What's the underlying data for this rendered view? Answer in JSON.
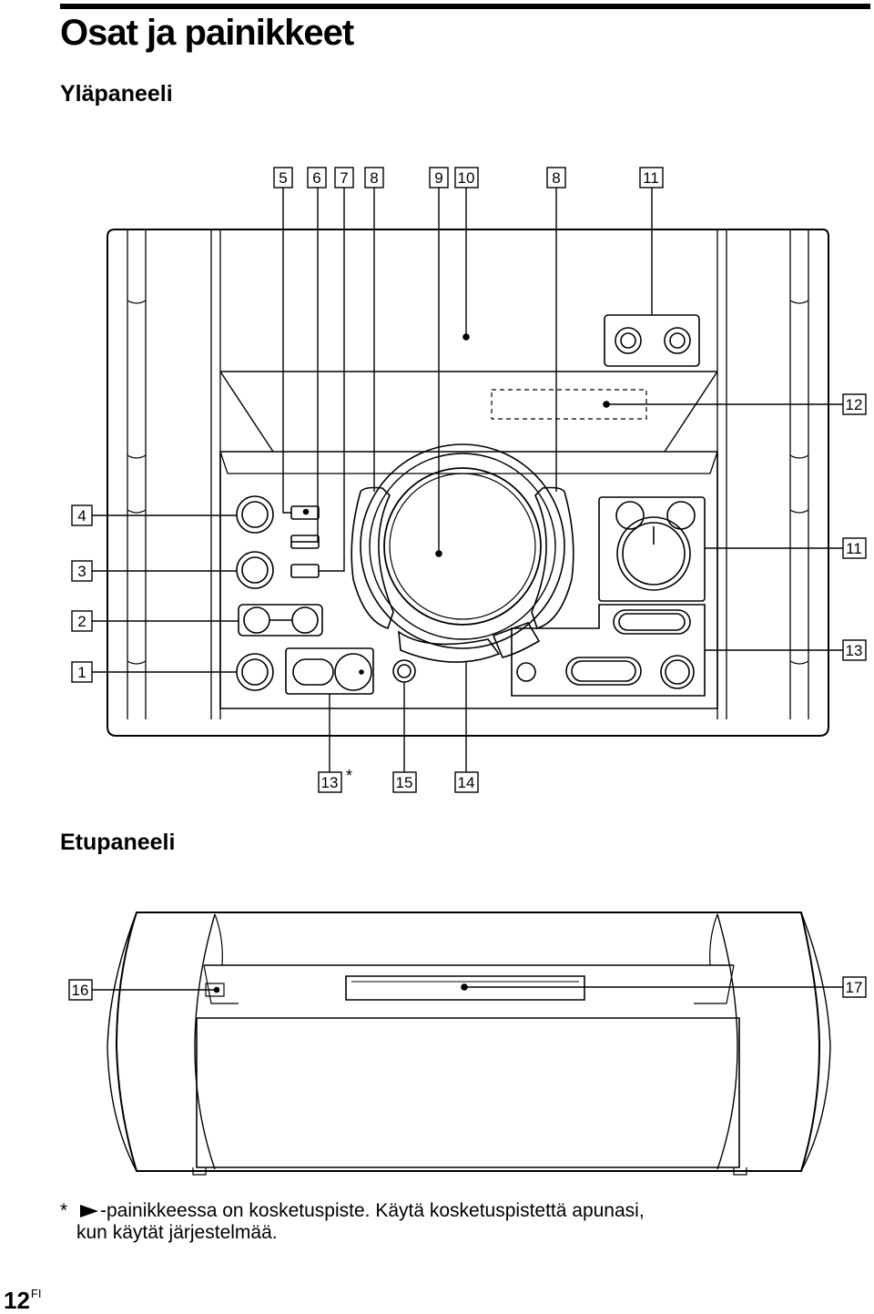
{
  "page": {
    "title": "Osat ja painikkeet",
    "section_top": "Yläpaneeli",
    "section_front": "Etupaneeli",
    "footnote_star": "*",
    "footnote_line1": "-painikkeessa on kosketuspiste. Käytä kosketuspistettä apunasi,",
    "footnote_line2": "kun käytät järjestelmää.",
    "page_number": "12",
    "page_lang": "FI"
  },
  "top_callouts": [
    "5",
    "6",
    "7",
    "8",
    "9",
    "10",
    "8",
    "11"
  ],
  "right_callouts": [
    "12",
    "11",
    "13"
  ],
  "left_callouts": [
    "4",
    "3",
    "2",
    "1"
  ],
  "bottom_callouts": [
    "13",
    "15",
    "14"
  ],
  "bottom_star": "*",
  "front_callouts": [
    "16",
    "17"
  ]
}
